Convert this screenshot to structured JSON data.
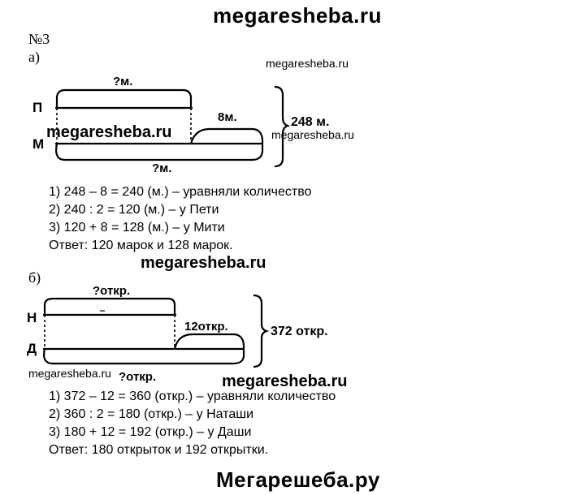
{
  "watermarks": {
    "top": "megaresheba.ru",
    "a_right": "megaresheba.ru",
    "a_left_mid": "megaresheba.ru",
    "a_right_mid": "megaresheba.ru",
    "middle": "megaresheba.ru",
    "b_left": "megaresheba.ru",
    "b_right": "megaresheba.ru",
    "footer": "Мегарешеба.ру"
  },
  "task_number": "№3",
  "part_a": {
    "label": "а)",
    "diagram": {
      "row1_label": "П",
      "row2_label": "М",
      "top_question": "?м.",
      "bottom_question": "?м.",
      "extra": "8м.",
      "total": "248 м."
    },
    "steps": [
      "1)  248 – 8 = 240 (м.) – уравняли количество",
      "2)  240 : 2 = 120 (м.) – у Пети",
      "3)  120 + 8 = 128 (м.) – у Мити"
    ],
    "answer": "Ответ: 120 марок и 128 марок."
  },
  "part_b": {
    "label": "б)",
    "diagram": {
      "row1_label": "Н",
      "row2_label": "Д",
      "top_question": "?откр.",
      "bottom_question": "?откр.",
      "extra": "12откр.",
      "total": "372 откр."
    },
    "steps": [
      "1)  372 – 12 = 360 (откр.) – уравняли количество",
      "2)  360 : 2 = 180 (откр.) – у Наташи",
      "3)  180 + 12 = 192 (откр.) – у Даши"
    ],
    "answer": "Ответ: 180 открыток и 192 открытки."
  }
}
